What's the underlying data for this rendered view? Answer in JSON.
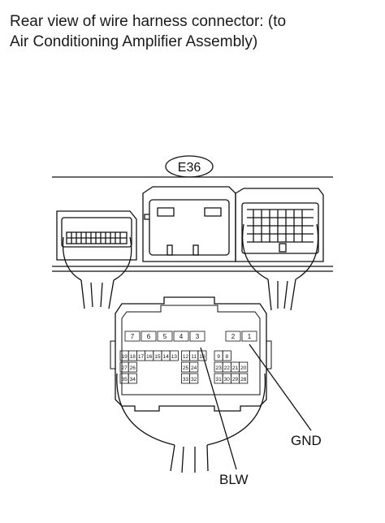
{
  "caption": {
    "line1": "Rear view of wire harness connector: (to",
    "line2": "Air Conditioning Amplifier Assembly)"
  },
  "connector": {
    "id": "E36",
    "cells": [
      "7",
      "6",
      "5",
      "4",
      "3",
      "2",
      "1",
      "19",
      "18",
      "17",
      "16",
      "15",
      "14",
      "13",
      "12",
      "11",
      "10",
      "9",
      "8",
      "27",
      "26",
      "25",
      "24",
      "23",
      "22",
      "21",
      "20",
      "35",
      "34",
      "33",
      "32",
      "31",
      "30",
      "29",
      "28"
    ]
  },
  "callouts": {
    "gnd": "GND",
    "blw": "BLW"
  }
}
